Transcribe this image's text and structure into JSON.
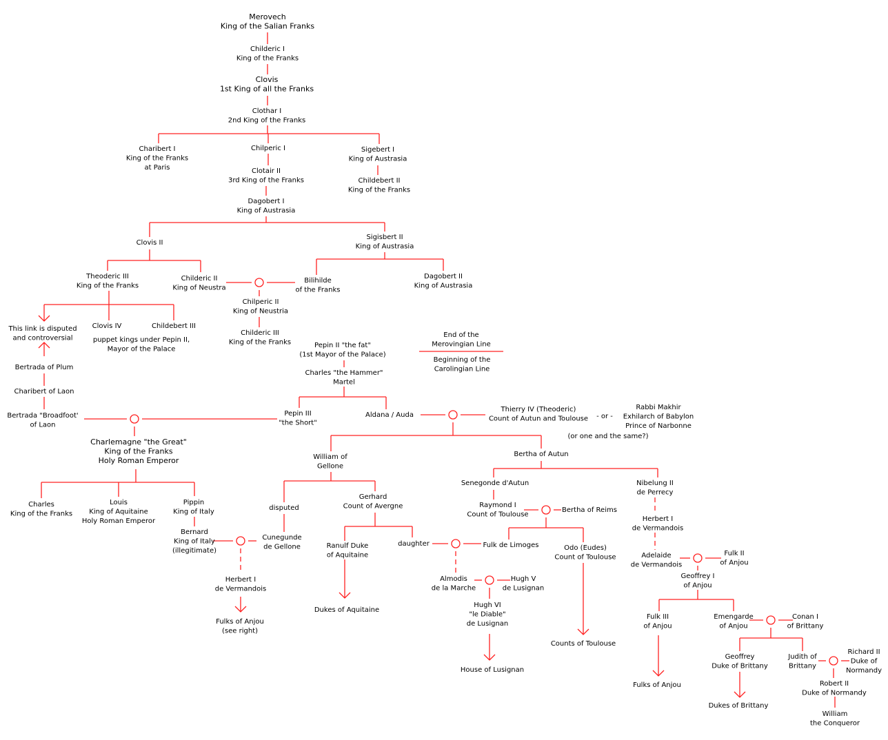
{
  "nodes": {
    "merovech": [
      "Merovech",
      "King of the Salian Franks"
    ],
    "childeric_i": [
      "Childeric I",
      "King of the Franks"
    ],
    "clovis": [
      "Clovis",
      "1st King of all the Franks"
    ],
    "clothar_i": [
      "Clothar I",
      "2nd King of the Franks"
    ],
    "charibert_i": [
      "Charibert I",
      "King of the Franks",
      "at Paris"
    ],
    "chilperic_i": [
      "Chilperic I"
    ],
    "sigebert_i": [
      "Sigebert I",
      "King of Austrasia"
    ],
    "clotair_ii": [
      "Clotair II",
      "3rd King of the Franks"
    ],
    "childebert_ii": [
      "Childebert II",
      "King of the Franks"
    ],
    "dagobert_i": [
      "Dagobert I",
      "King of Austrasia"
    ],
    "clovis_ii": [
      "Clovis II"
    ],
    "sigisbert_ii": [
      "Sigisbert II",
      "King of Austrasia"
    ],
    "theoderic_iii": [
      "Theoderic III",
      "King of the Franks"
    ],
    "childeric_ii": [
      "Childeric II",
      "King of Neustra"
    ],
    "bilihilde": [
      "Bilihilde",
      "of the Franks"
    ],
    "dagobert_ii": [
      "Dagobert II",
      "King of Austrasia"
    ],
    "chilperic_ii": [
      "Chilperic II",
      "King of Neustria"
    ],
    "childeric_iii": [
      "Childeric III",
      "King of the Franks"
    ],
    "link_note": [
      "This link is disputed",
      "and controversial"
    ],
    "clovis_iv": [
      "Clovis IV"
    ],
    "childebert_iii": [
      "Childebert III"
    ],
    "puppet_note": [
      "puppet kings under Pepin II,",
      "Mayor of the Palace"
    ],
    "bertrada_plum": [
      "Bertrada of Plum"
    ],
    "charibert_laon": [
      "Charibert of Laon"
    ],
    "bertrada_broadfoot": [
      "Bertrada \"Broadfoot'",
      "of Laon"
    ],
    "pepin_ii": [
      "Pepin II \"the fat\"",
      "(1st Mayor of the Palace)"
    ],
    "charles_martel": [
      "Charles \"the Hammer\"",
      "Martel"
    ],
    "end_merovingian": [
      "End of the",
      "Merovingian Line"
    ],
    "begin_carolingian": [
      "Beginning of the",
      "Carolingian Line"
    ],
    "pepin_iii": [
      "Pepin III",
      "\"the Short\""
    ],
    "aldana": [
      "Aldana / Auda"
    ],
    "thierry_iv": [
      "Thierry IV  (Theoderic)",
      "Count of Autun and Toulouse"
    ],
    "or_sep": [
      "- or -"
    ],
    "makhir": [
      "Rabbi Makhir",
      "Exhilarch of Babylon",
      "Prince of Narbonne"
    ],
    "same_note": [
      "(or one and the same?)"
    ],
    "charlemagne": [
      "Charlemagne \"the Great\"",
      "King of the Franks",
      "Holy Roman Emperor"
    ],
    "william_gellone": [
      "William of",
      "Gellone"
    ],
    "bertha_autun": [
      "Bertha of Autun"
    ],
    "charles_k": [
      "Charles",
      "King of the Franks"
    ],
    "louis": [
      "Louis",
      "King of Aquitaine",
      "Holy Roman Emperor"
    ],
    "pippin": [
      "Pippin",
      "King of Italy"
    ],
    "bernard": [
      "Bernard",
      "King of Italy",
      "(illegitimate)"
    ],
    "disputed": [
      "disputed"
    ],
    "gerhard": [
      "Gerhard",
      "Count of Avergne"
    ],
    "senegonde": [
      "Senegonde d'Autun"
    ],
    "nibelung": [
      "Nibelung II",
      "de Perrecy"
    ],
    "raymond_i": [
      "Raymond I",
      "Count of Toulouse"
    ],
    "bertha_reims": [
      "Bertha of Reims"
    ],
    "herbert_i_right": [
      "Herbert I",
      "de Vermandois"
    ],
    "cunegunde": [
      "Cunegunde",
      "de Gellone"
    ],
    "ranulf": [
      "Ranulf Duke",
      "of Aquitaine"
    ],
    "daughter": [
      "daughter"
    ],
    "fulk_limoges": [
      "Fulk de Limoges"
    ],
    "odo": [
      "Odo (Eudes)",
      "Count of Toulouse"
    ],
    "adelaide": [
      "Adelaide",
      "de Vermandois"
    ],
    "fulk_ii": [
      "Fulk II",
      "of Anjou"
    ],
    "herbert_i_left": [
      "Herbert I",
      "de Vermandois"
    ],
    "almodis": [
      "Almodis",
      "de la Marche"
    ],
    "hugh_v": [
      "Hugh V",
      "de Lusignan"
    ],
    "geoffrey_i": [
      "Geoffrey I",
      "of Anjou"
    ],
    "hugh_vi": [
      "Hugh VI",
      "\"le Diable\"",
      "de Lusignan"
    ],
    "fulks_anjou_left": [
      "Fulks of Anjou",
      "(see right)"
    ],
    "dukes_aquitaine": [
      "Dukes of Aquitaine"
    ],
    "fulk_iii": [
      "Fulk III",
      "of Anjou"
    ],
    "emengarde": [
      "Emengarde",
      "of Anjou"
    ],
    "conan_i": [
      "Conan I",
      "of Brittany"
    ],
    "counts_toulouse": [
      "Counts of Toulouse"
    ],
    "house_lusignan": [
      "House of Lusignan"
    ],
    "geoffrey_brittany": [
      "Geoffrey",
      "Duke of Brittany"
    ],
    "judith": [
      "Judith of",
      "Brittany"
    ],
    "richard_ii": [
      "Richard II",
      "Duke of",
      "Normandy"
    ],
    "robert_ii": [
      "Robert II",
      "Duke of Normandy"
    ],
    "fulks_anjou_right": [
      "Fulks of Anjou"
    ],
    "dukes_brittany": [
      "Dukes of Brittany"
    ],
    "william_conqueror": [
      "William",
      "the Conqueror"
    ]
  },
  "colors": {
    "line": "#ff2020",
    "separator": "#3b3bd6",
    "text": "#000000"
  }
}
